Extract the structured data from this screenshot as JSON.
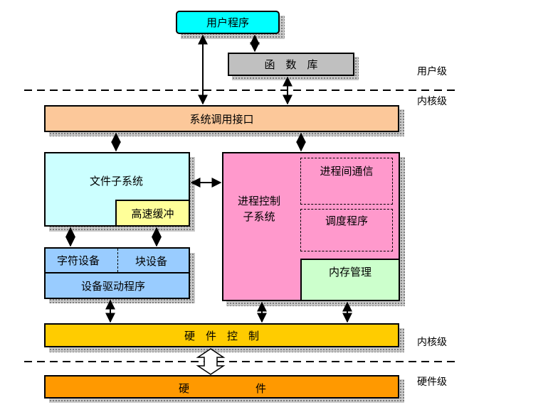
{
  "boxes": {
    "user_program": "用户程序",
    "library": "函　数　库",
    "syscall_interface": "系统调用接口",
    "file_subsystem": "文件子系统",
    "buffer_cache": "高速缓冲",
    "char_device": "字符设备",
    "block_device": "块设备",
    "device_driver": "设备驱动程序",
    "process_control": "进程控制\n子系统",
    "ipc": "进程间通信",
    "scheduler": "调度程序",
    "memory_mgmt": "内存管理",
    "hardware_control": "硬　件　控　制",
    "hardware_left": "硬",
    "hardware_right": "件"
  },
  "levels": {
    "user": "用户级",
    "kernel_top": "内核级",
    "kernel_bottom": "内核级",
    "hardware": "硬件级"
  },
  "colors": {
    "user_program": "#00ffff",
    "library": "#c0c0c0",
    "syscall": "#fcc89a",
    "file_subsystem": "#ccffff",
    "buffer_cache": "#ffff99",
    "device": "#99ccff",
    "process_control": "#ff99cc",
    "memory_mgmt": "#ccffcc",
    "hardware_control": "#ffcc00",
    "hardware": "#ff9900"
  }
}
